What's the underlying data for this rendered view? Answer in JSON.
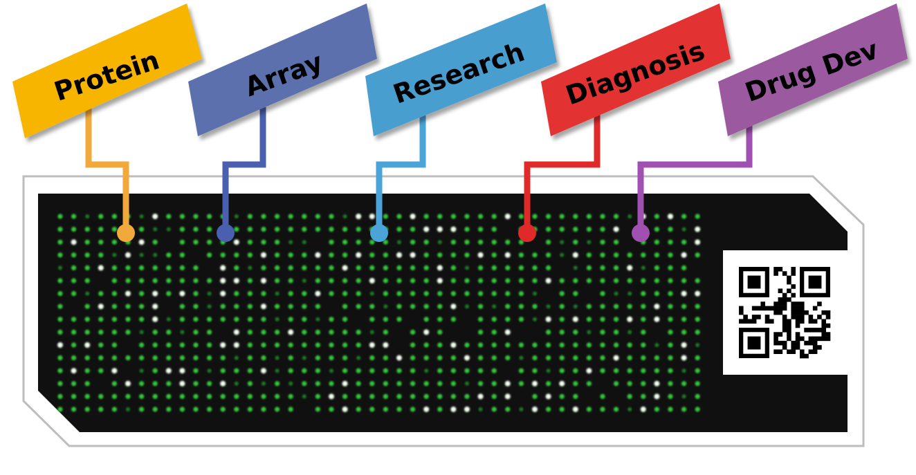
{
  "tags": [
    {
      "label": "Protein",
      "color": "#f7b500",
      "line_color": "#f2a93b"
    },
    {
      "label": "Array",
      "color": "#5b6fae",
      "line_color": "#4a5fb0"
    },
    {
      "label": "Research",
      "color": "#4a9ed0",
      "line_color": "#4aa4d8"
    },
    {
      "label": "Diagnosis",
      "color": "#e33333",
      "line_color": "#e02a2a"
    },
    {
      "label": "Drug Dev",
      "color": "#9b5aa0",
      "line_color": "#a050b0"
    }
  ],
  "slide": {
    "background": "#101010",
    "spot_color": "#34c83a",
    "bright_spot_color": "#f2fff0",
    "spot_rows": 16,
    "spot_cols": 48,
    "qr_icon": "qr-code-icon"
  }
}
